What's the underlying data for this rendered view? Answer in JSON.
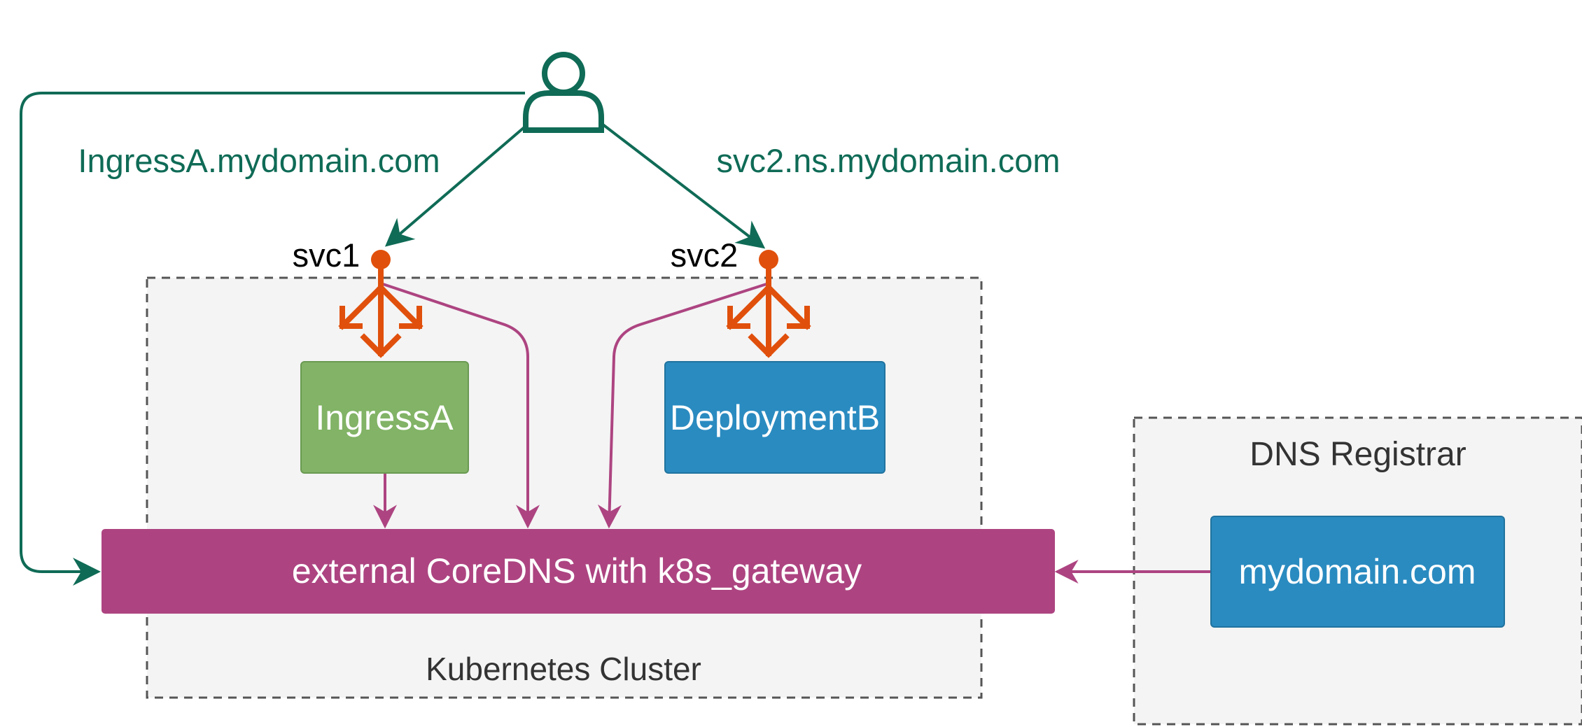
{
  "colors": {
    "teal": "#0f6b56",
    "orange": "#e0500c",
    "magenta": "#ad4481",
    "green": "#82b366",
    "blue": "#2a8bc0",
    "panel_fill": "#f4f4f4",
    "panel_border": "#555555",
    "dark_text": "#333333"
  },
  "user": {
    "icon": "user-icon"
  },
  "labels": {
    "ingress_host": "IngressA.mydomain.com",
    "svc2_host": "svc2.ns.mydomain.com",
    "svc1": "svc1",
    "svc2": "svc2"
  },
  "cluster": {
    "label": "Kubernetes Cluster"
  },
  "registrar": {
    "label": "DNS Registrar"
  },
  "nodes": {
    "ingress_a": "IngressA",
    "deployment_b": "DeploymentB",
    "coredns": "external CoreDNS with k8s_gateway",
    "mydomain": "mydomain.com"
  },
  "icons": {
    "svc1": "load-balancer-icon",
    "svc2": "load-balancer-icon"
  }
}
